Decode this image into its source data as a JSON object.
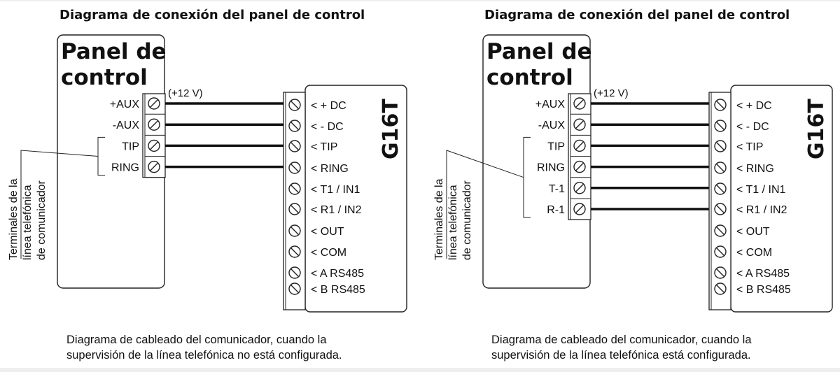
{
  "diagrams": [
    {
      "title": "Diagrama de conexión del panel de control",
      "panel": {
        "title_line1": "Panel de",
        "title_line2": "control"
      },
      "panel_terminals": [
        "+AUX",
        "-AUX",
        "TIP",
        "RING"
      ],
      "voltage_label": "(+12 V)",
      "side_label": [
        "Terminales de la",
        "línea telefónica",
        "de comunicador"
      ],
      "device": {
        "name": "G16T",
        "terminals": [
          "< + DC",
          "<  - DC",
          "< TIP",
          "< RING",
          "< T1 / IN1",
          "< R1 / IN2",
          "< OUT",
          "< COM",
          "< A RS485",
          "< B RS485"
        ]
      },
      "wired_count": 4,
      "bracket_terminals": [
        "TIP",
        "RING"
      ],
      "caption": [
        "Diagrama de cableado del comunicador, cuando la",
        "supervisión de la línea telefónica no está configurada."
      ]
    },
    {
      "title": "Diagrama de conexión del panel de control",
      "panel": {
        "title_line1": "Panel de",
        "title_line2": "control"
      },
      "panel_terminals": [
        "+AUX",
        "-AUX",
        "TIP",
        "RING",
        "T-1",
        "R-1"
      ],
      "voltage_label": "(+12 V)",
      "side_label": [
        "Terminales de la",
        "línea telefónica",
        "de comunicador"
      ],
      "device": {
        "name": "G16T",
        "terminals": [
          "< + DC",
          "<  - DC",
          "< TIP",
          "< RING",
          "< T1 / IN1",
          "< R1 / IN2",
          "< OUT",
          "< COM",
          "< A RS485",
          "< B RS485"
        ]
      },
      "wired_count": 6,
      "bracket_terminals": [
        "TIP",
        "RING",
        "T-1",
        "R-1"
      ],
      "caption": [
        "Diagrama de cableado del comunicador, cuando la",
        "supervisión de la línea telefónica está configurada."
      ]
    }
  ],
  "colors": {
    "ink": "#111111",
    "background": "#ffffff"
  }
}
